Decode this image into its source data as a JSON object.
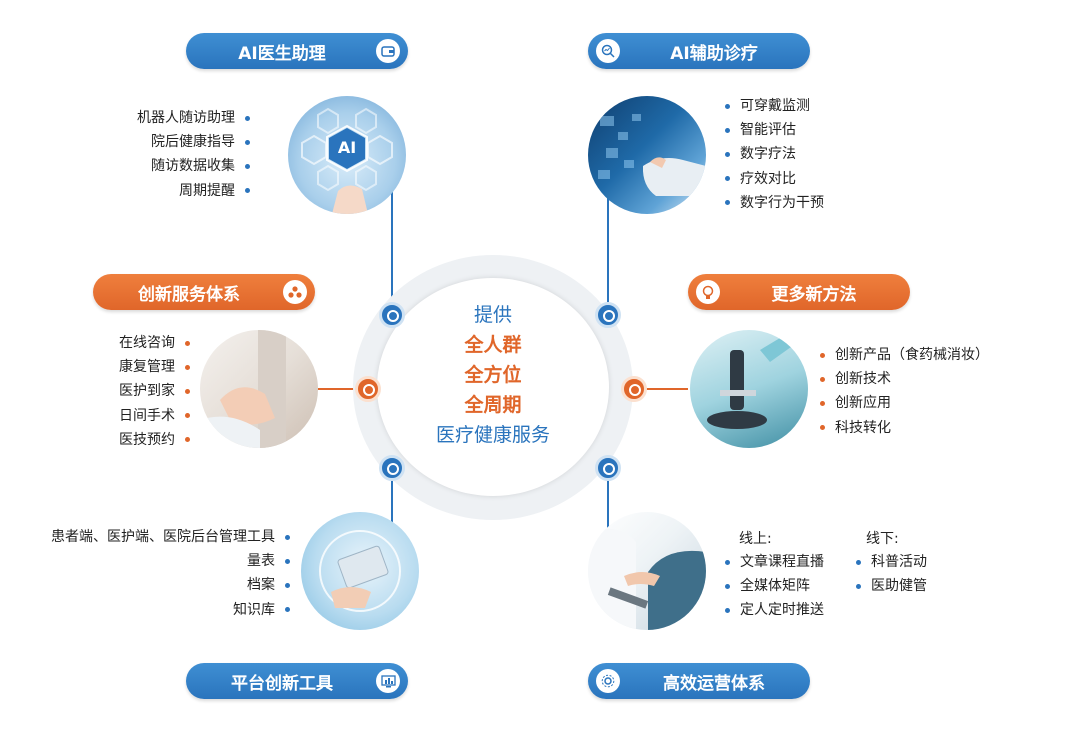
{
  "center": {
    "line1": "提供",
    "line2": "全人群",
    "line3": "全方位",
    "line4": "全周期",
    "line5": "医疗健康服务"
  },
  "sections": {
    "ai_assistant": {
      "title": "AI医生助理",
      "icon": "wallet-icon",
      "items": [
        "机器人随访助理",
        "院后健康指导",
        "随访数据收集",
        "周期提醒"
      ]
    },
    "ai_diagnosis": {
      "title": "AI辅助诊疗",
      "icon": "chart-search-icon",
      "items": [
        "可穿戴监测",
        "智能评估",
        "数字疗法",
        "疗效对比",
        "数字行为干预"
      ]
    },
    "service_system": {
      "title": "创新服务体系",
      "icon": "molecule-icon",
      "items": [
        "在线咨询",
        "康复管理",
        "医护到家",
        "日间手术",
        "医技预约"
      ]
    },
    "new_methods": {
      "title": "更多新方法",
      "icon": "lightbulb-icon",
      "items": [
        "创新产品（食药械消妆）",
        "创新技术",
        "创新应用",
        "科技转化"
      ]
    },
    "platform_tools": {
      "title": "平台创新工具",
      "icon": "monitor-chart-icon",
      "items": [
        "患者端、医护端、医院后台管理工具",
        "量表",
        "档案",
        "知识库"
      ]
    },
    "operations": {
      "title": "高效运营体系",
      "icon": "gear-network-icon",
      "online_label": "线上:",
      "online_items": [
        "文章课程直播",
        "全媒体矩阵",
        "定人定时推送"
      ],
      "offline_label": "线下:",
      "offline_items": [
        "科普活动",
        "医助健管"
      ]
    }
  },
  "photo_badge": "AI",
  "colors": {
    "blue": "#2a74bd",
    "orange": "#e0662a",
    "ring": "#eef1f4"
  }
}
